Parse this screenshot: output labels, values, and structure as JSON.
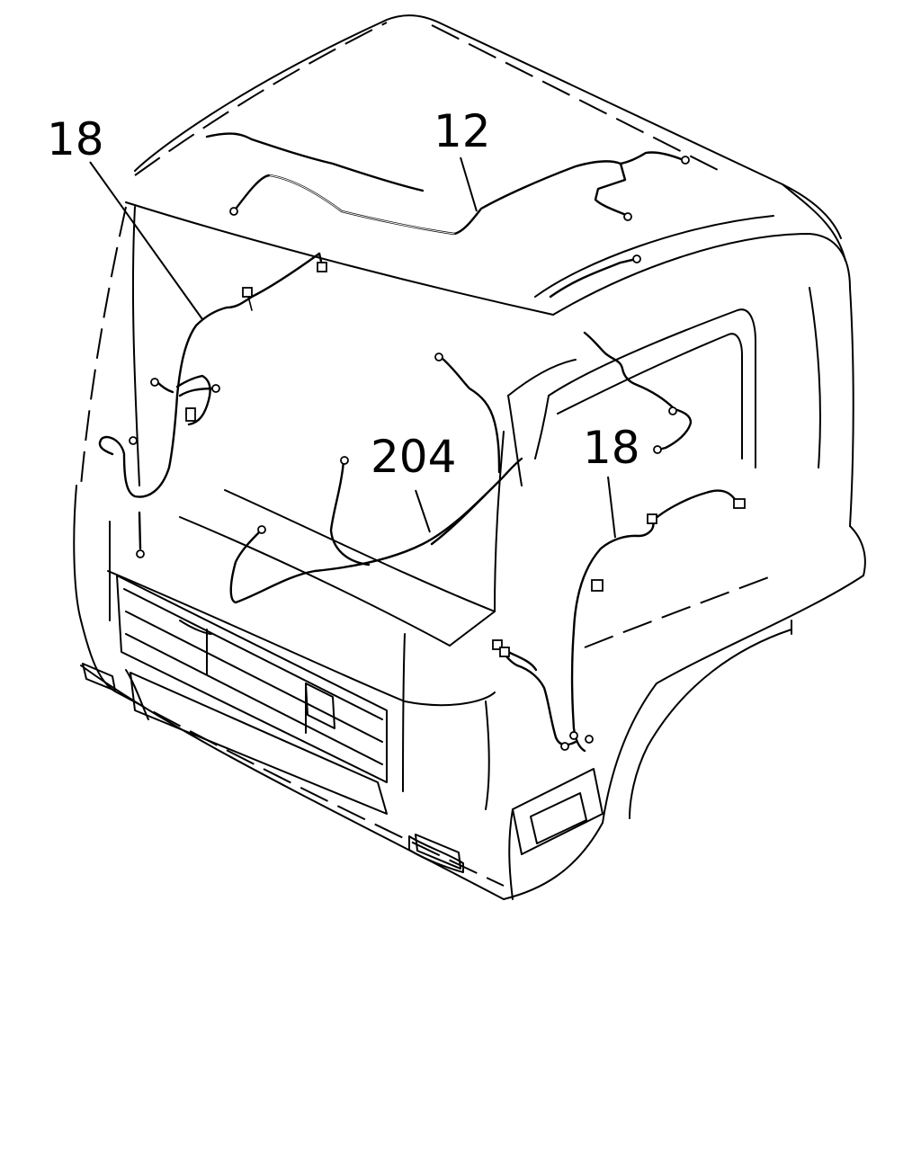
{
  "callouts": [
    {
      "id": "callout-18-left",
      "label": "18"
    },
    {
      "id": "callout-12",
      "label": "12"
    },
    {
      "id": "callout-204",
      "label": "204"
    },
    {
      "id": "callout-18-right",
      "label": "18"
    }
  ],
  "colors": {
    "line": "#000000",
    "background": "#ffffff"
  }
}
